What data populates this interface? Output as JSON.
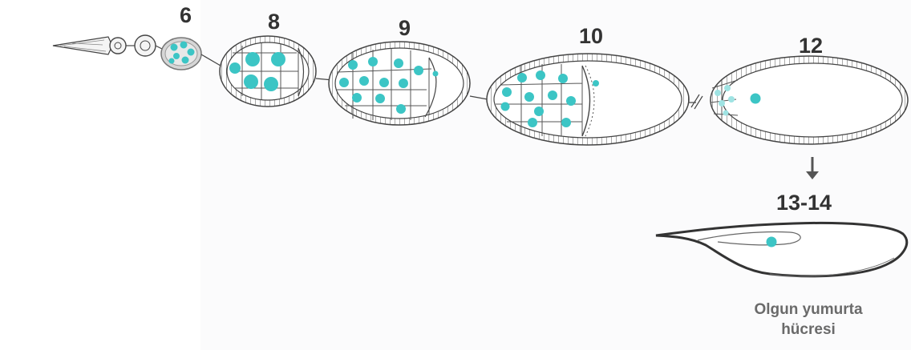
{
  "stages": {
    "s6": "6",
    "s8": "8",
    "s9": "9",
    "s10": "10",
    "s12": "12",
    "s13_14": "13-14"
  },
  "caption": {
    "line1": "Olgun yumurta",
    "line2": "hücresi"
  },
  "colors": {
    "nucleus": "#3cc5c5",
    "nucleus_light": "#9fe3e3",
    "outline": "#444444",
    "label": "#333333",
    "caption": "#6a6a6a"
  }
}
